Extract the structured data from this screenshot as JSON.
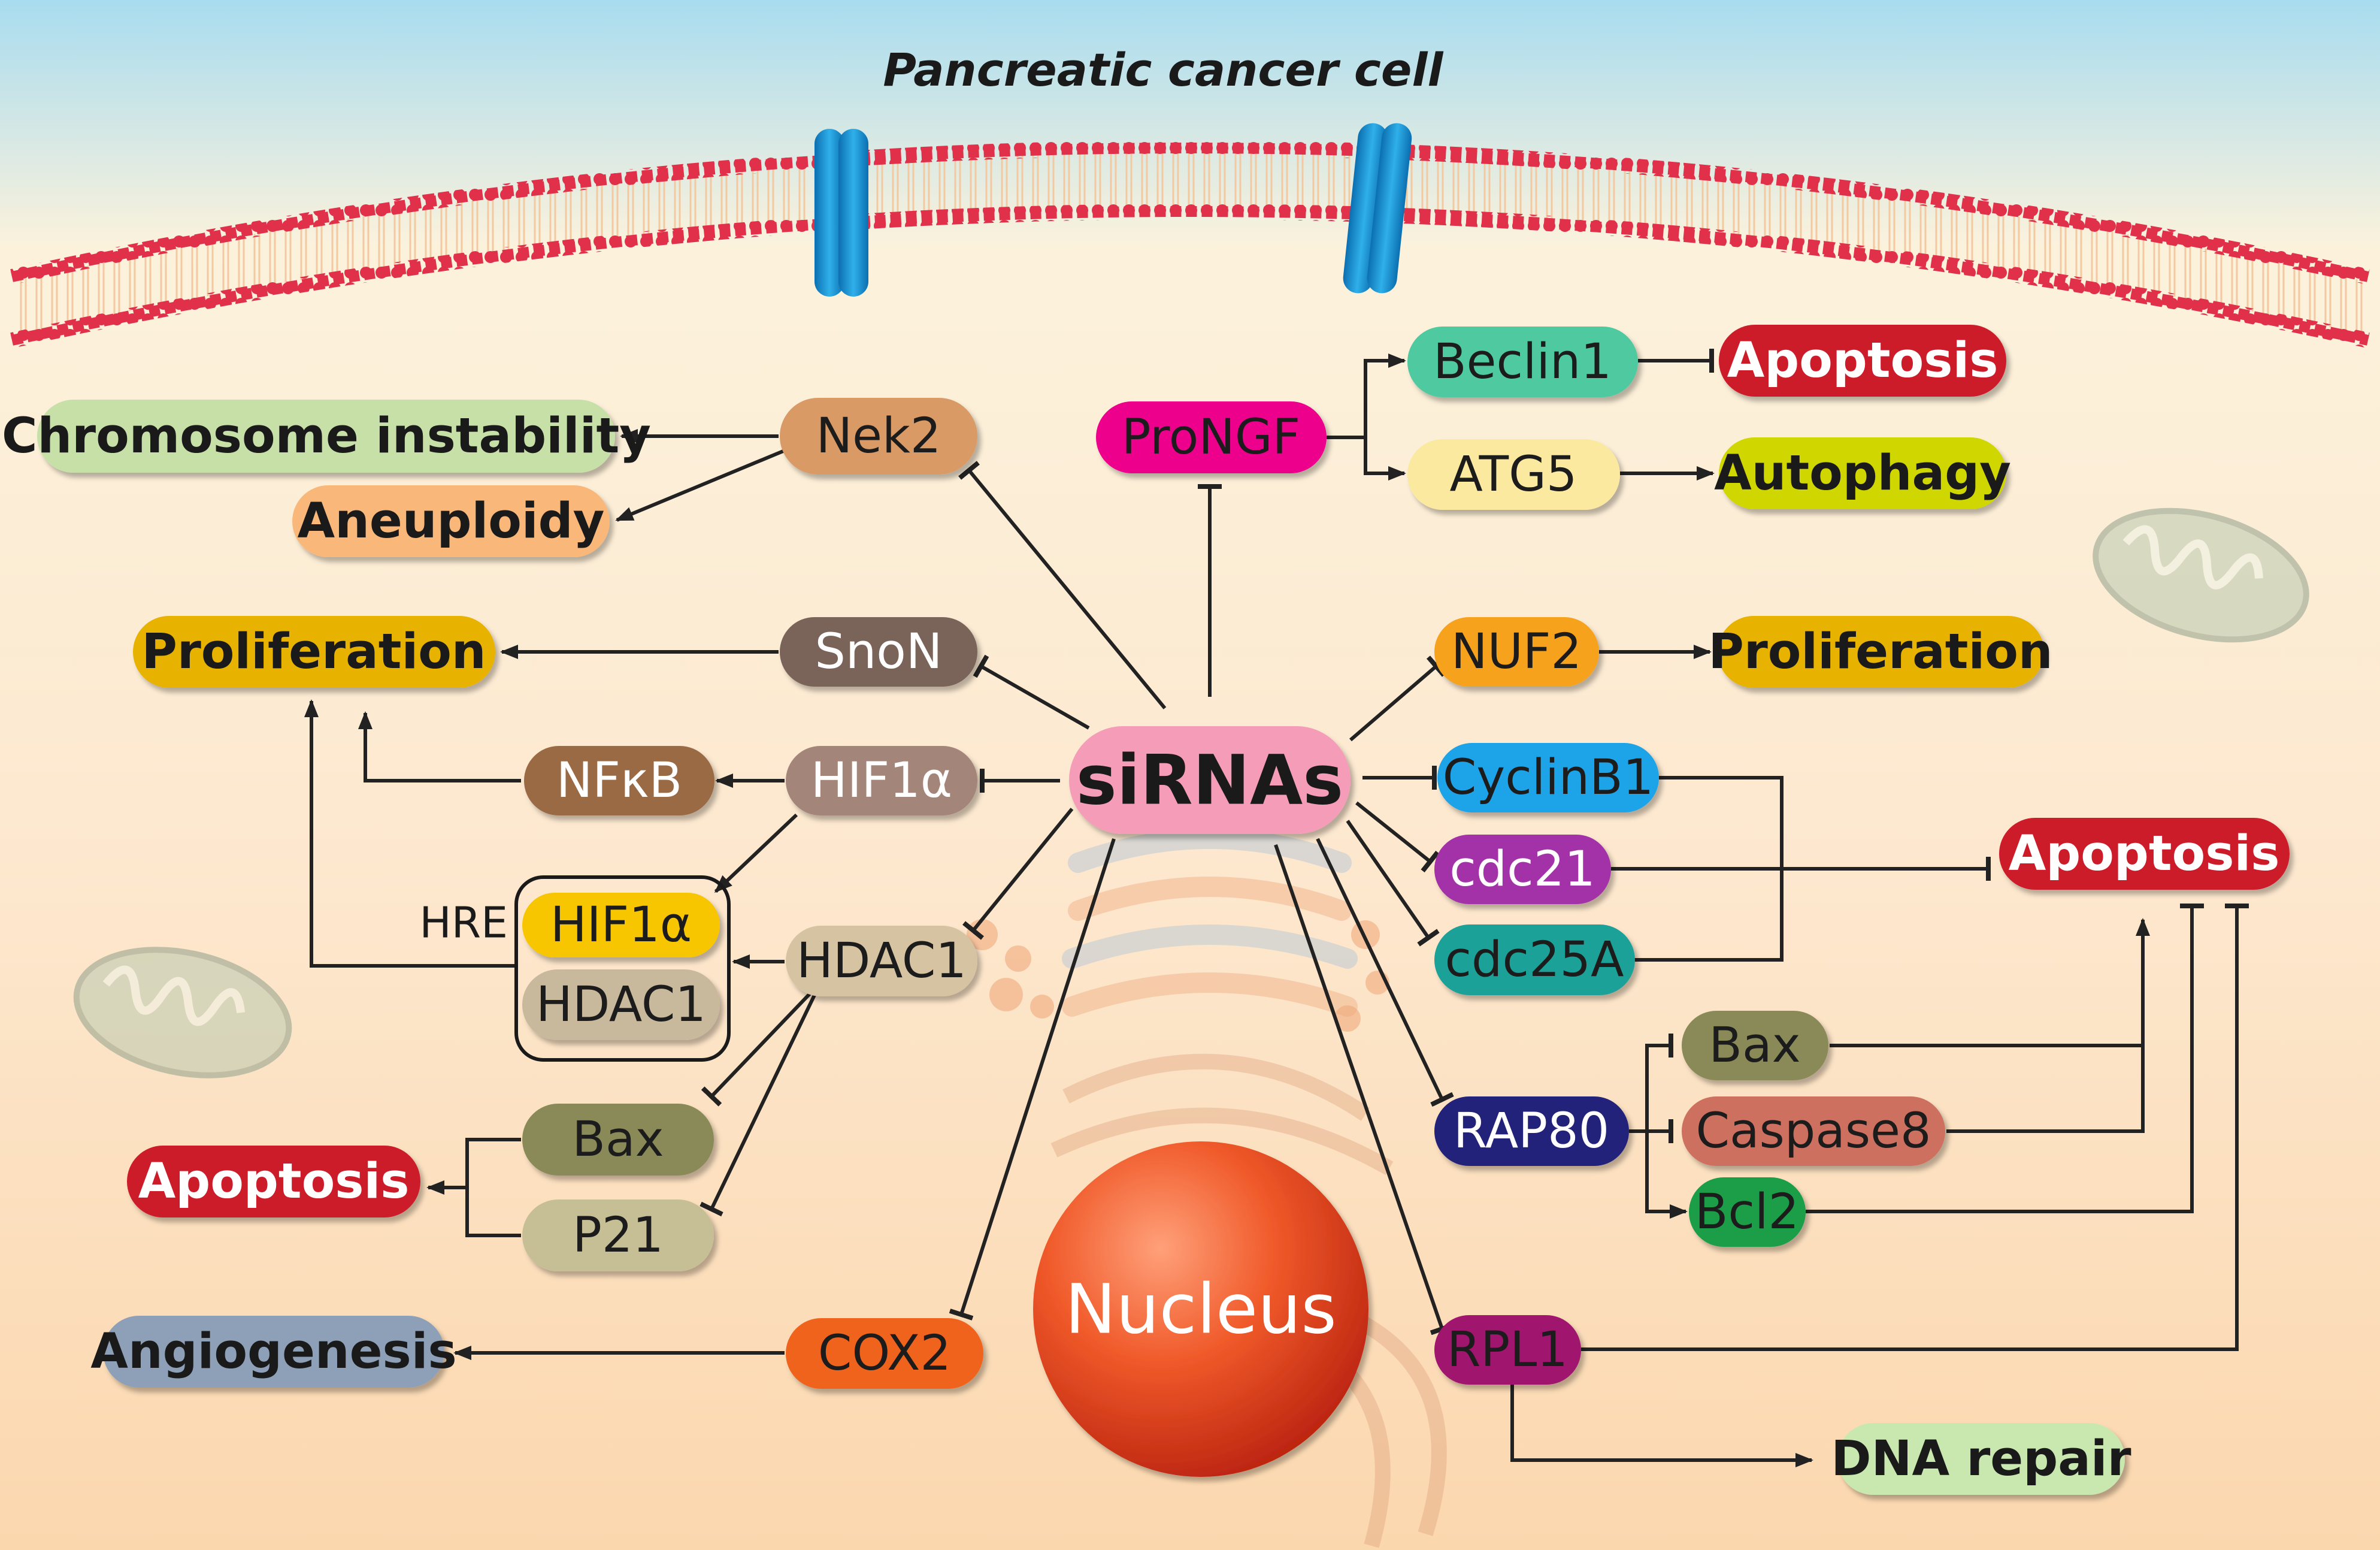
{
  "title": "Pancreatic cancer cell",
  "center": "siRNAs",
  "nucleus": "Nucleus",
  "hre_label": "HRE",
  "targets": {
    "nek2": "Nek2",
    "snon": "SnoN",
    "hif1a": "HIF1α",
    "nfkb": "NFκB",
    "hre_hif1a": "HIF1α",
    "hre_hdac1": "HDAC1",
    "hdac1": "HDAC1",
    "bax_left": "Bax",
    "p21": "P21",
    "cox2": "COX2",
    "prongf": "ProNGF",
    "beclin1": "Beclin1",
    "atg5": "ATG5",
    "nuf2": "NUF2",
    "cyclinb1": "CyclinB1",
    "cdc21": "cdc21",
    "cdc25a": "cdc25A",
    "rap80": "RAP80",
    "bax_right": "Bax",
    "caspase8": "Caspase8",
    "bcl2": "Bcl2",
    "rpl1": "RPL1"
  },
  "outcomes": {
    "chromosome_instability": "Chromosome instability",
    "aneuploidy": "Aneuploidy",
    "proliferation_left": "Proliferation",
    "apoptosis_left": "Apoptosis",
    "angiogenesis": "Angiogenesis",
    "apoptosis_top": "Apoptosis",
    "autophagy": "Autophagy",
    "proliferation_right": "Proliferation",
    "apoptosis_right": "Apoptosis",
    "dna_repair": "DNA repair"
  },
  "colors": {
    "nek2": "#d99a66",
    "snon": "#7a6458",
    "hif1a": "#a38579",
    "nfkb": "#9a6a44",
    "hre_hif1a": "#f7c600",
    "hre_hdac1": "#c8b89c",
    "hdac1": "#d6c3a2",
    "bax_left": "#8a8a58",
    "p21": "#c6bf96",
    "cox2": "#f0641e",
    "prongf": "#ec008c",
    "beclin1": "#4fc9a0",
    "atg5": "#fbe9a0",
    "nuf2": "#f6a21b",
    "cyclinb1": "#1ca3e8",
    "cdc21": "#a330a8",
    "cdc25a": "#1aa198",
    "rap80": "#23237a",
    "bax_right": "#8a8a58",
    "caspase8": "#cd6f5e",
    "bcl2": "#1d9e48",
    "rpl1": "#a0156e",
    "chromosome_instability": "#c6e0a8",
    "aneuploidy": "#f9b87a",
    "proliferation": "#e8b200",
    "apoptosis": "#cc1f2a",
    "angiogenesis": "#8ea0b8",
    "autophagy": "#cfd600",
    "dna_repair": "#c9e8b0",
    "sirnas": "#f49cb8",
    "nucleus": "#e8481e"
  }
}
